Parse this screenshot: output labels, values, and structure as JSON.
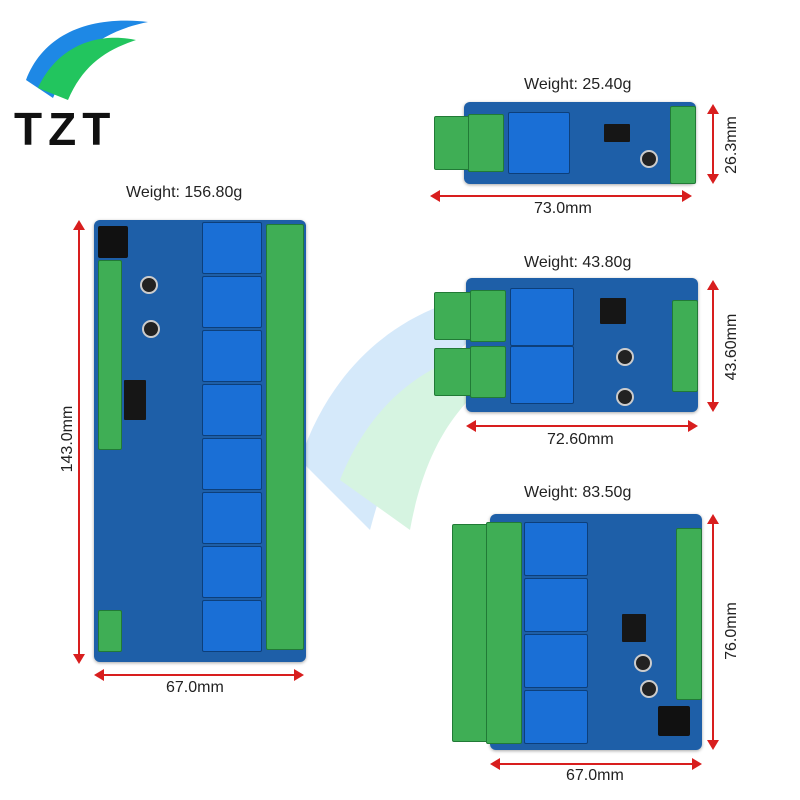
{
  "brand": {
    "logo_text": "TZT"
  },
  "products": [
    {
      "weight": "Weight: 156.80g",
      "width": "67.0mm",
      "height": "143.0mm"
    },
    {
      "weight": "Weight: 25.40g",
      "width": "73.0mm",
      "height": "26.3mm"
    },
    {
      "weight": "Weight: 43.80g",
      "width": "72.60mm",
      "height": "43.60mm"
    },
    {
      "weight": "Weight: 83.50g",
      "width": "67.0mm",
      "height": "76.0mm"
    }
  ],
  "colors": {
    "arrow": "#d81e1e",
    "pcb": "#1e5fa8",
    "relay": "#1a6fd6",
    "terminal": "#3fae55"
  }
}
